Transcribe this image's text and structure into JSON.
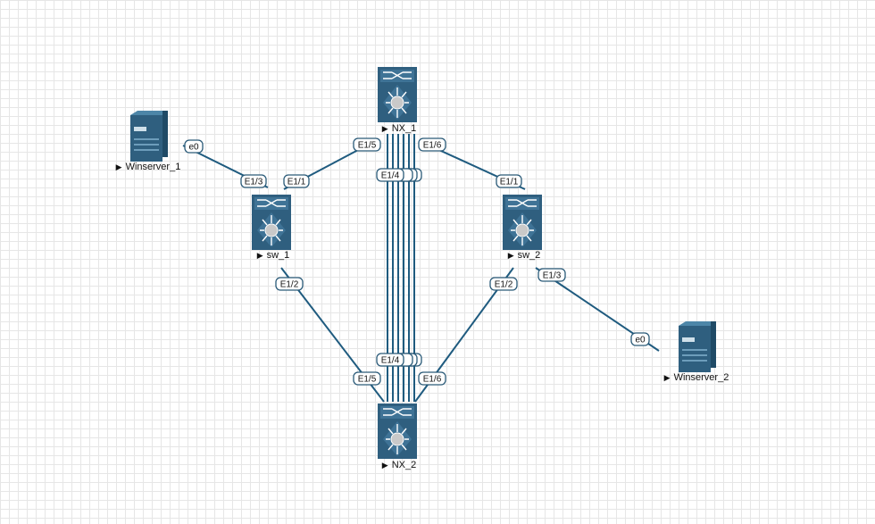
{
  "colors": {
    "link": "#1f5b7f",
    "device": "#2f5f7f",
    "device_light": "#4d86a8",
    "label_border": "#2a5a78"
  },
  "nodes": {
    "nx1": {
      "label": "NX_1",
      "icon": "nexus-switch-icon"
    },
    "nx2": {
      "label": "NX_2",
      "icon": "nexus-switch-icon"
    },
    "sw1": {
      "label": "sw_1",
      "icon": "nexus-switch-icon"
    },
    "sw2": {
      "label": "sw_2",
      "icon": "nexus-switch-icon"
    },
    "win1": {
      "label": "Winserver_1",
      "icon": "server-icon"
    },
    "win2": {
      "label": "Winserver_2",
      "icon": "server-icon"
    }
  },
  "ports": {
    "win1_e0": "e0",
    "sw1_e13": "E1/3",
    "sw1_e11": "E1/1",
    "nx1_e15": "E1/5",
    "nx1_e16": "E1/6",
    "sw2_e11": "E1/1",
    "nx1_e14": "E1/4",
    "sw1_e12": "E1/2",
    "sw2_e12": "E1/2",
    "sw2_e13": "E1/3",
    "win2_e0": "e0",
    "nx2_e15": "E1/5",
    "nx2_e16": "E1/6",
    "nx2_e14": "E1/4"
  }
}
